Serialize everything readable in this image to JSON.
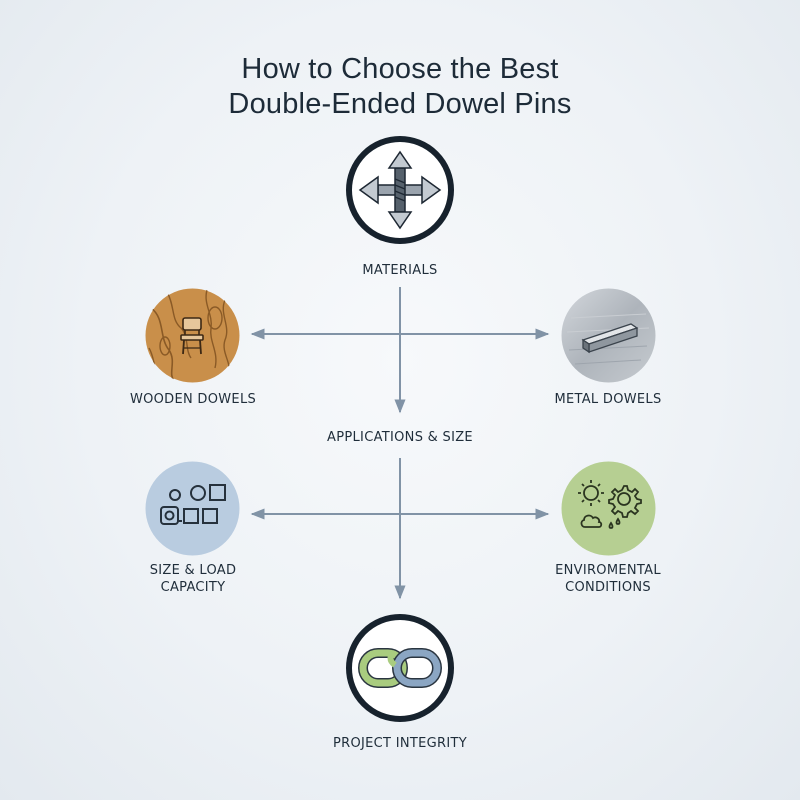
{
  "title": {
    "line1": "How to Choose the Best",
    "line2": "Double-Ended Dowel Pins"
  },
  "nodes": {
    "materials": {
      "label": "MATERIALS",
      "icon": "double-arrow-pin-icon"
    },
    "wooden": {
      "label": "WOODEN DOWELS",
      "icon": "wooden-chair-icon"
    },
    "metal": {
      "label": "METAL DOWELS",
      "icon": "metal-bar-icon"
    },
    "applications": {
      "label": "APPLICATIONS & SIZE"
    },
    "size_load": {
      "label_line1": "SIZE & LOAD",
      "label_line2": "CAPACITY",
      "icon": "measuring-shapes-icon"
    },
    "environmental": {
      "label_line1": "ENVIROMENTAL",
      "label_line2": "CONDITIONS",
      "icon": "weather-gear-icon"
    },
    "integrity": {
      "label": "PROJECT INTEGRITY",
      "icon": "linked-chain-icon"
    }
  },
  "colors": {
    "connector": "#8193a6",
    "dark_ring": "#17222d",
    "wood": "#c98f4a",
    "metal": "#b9bfc6",
    "blue_bg": "#b9cce0",
    "green_bg": "#b6cf92"
  }
}
